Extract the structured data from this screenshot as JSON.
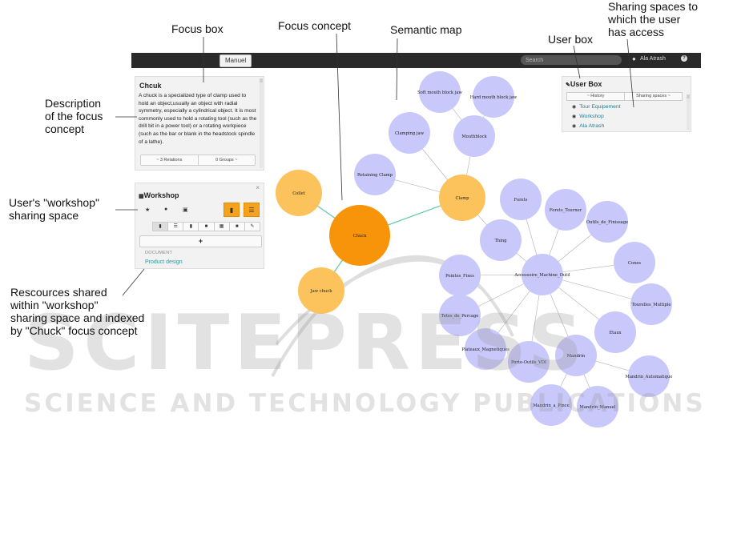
{
  "annotations": {
    "focus_box": "Focus box",
    "focus_concept": "Focus concept",
    "semantic_map": "Semantic map",
    "user_box": "User box",
    "sharing_spaces": [
      "Sharing spaces to",
      "which the user",
      "has access"
    ],
    "description": [
      "Description",
      "of the focus",
      "concept"
    ],
    "users_workshop": [
      "User's \"workshop\"",
      "sharing space"
    ],
    "resources": [
      "Rescources shared",
      "within  \"workshop\"",
      "sharing space and indexed",
      "by \"Chuck\" focus concept"
    ]
  },
  "navbar": {
    "manual_label": "Manuel",
    "search_placeholder": "Search",
    "user_name": "Ala Atrash",
    "user_icon": "user-icon",
    "help_icon": "help-icon"
  },
  "focus_box": {
    "title": "Chcuk",
    "description": "A chuck is a specialized type of clamp used to hold an object,usually an object with radial symmetry, especially a cylindrical object. It is most commonly used to hold a rotating tool (such as the drill bit in a power tool) or a rotating workpiece (such as the bar or blank in the headstock spindle of a lathe).",
    "relations_label": "~ 3 Relations",
    "groups_label": "0 Groups  ~"
  },
  "workshop": {
    "title": "Workshop",
    "close": "×",
    "doc_section": "DOCUMENT",
    "doc_link": "Product design",
    "add_label": "+",
    "icons": [
      "star-icon",
      "user-icon",
      "trash-icon",
      "file-icon",
      "menu-icon"
    ],
    "toolbar_icons": [
      "file-icon",
      "list-icon",
      "bookmark-icon",
      "comment-icon",
      "calendar-icon",
      "book-icon",
      "pencil-icon"
    ]
  },
  "user_box": {
    "title": "User Box",
    "tab_history": "~ History",
    "tab_sharing": "Sharing spaces ~",
    "items": [
      "Tour Equipement",
      "Workshop",
      "Ala Atrash"
    ]
  },
  "graph": {
    "colors": {
      "focus": "#f7940a",
      "related": "#fcc35c",
      "other": "#c9c8fa",
      "green_edge": "#5cc8a0",
      "edge": "#b0b0b0"
    },
    "nodes": [
      {
        "id": "chuck",
        "label": "Chuck",
        "type": "focus"
      },
      {
        "id": "clamp",
        "label": "Clamp",
        "type": "related"
      },
      {
        "id": "collet",
        "label": "Collet",
        "type": "related"
      },
      {
        "id": "jawchuck",
        "label": "Jaw chuck",
        "type": "related"
      },
      {
        "id": "softmouthblock",
        "label": "Soft mouth block jaw",
        "type": "other"
      },
      {
        "id": "hardmouthblock",
        "label": "Hard mouth block jaw",
        "type": "other"
      },
      {
        "id": "clampingjaw",
        "label": "Clamping jaw",
        "type": "other"
      },
      {
        "id": "mouthblock",
        "label": "Mouthblock",
        "type": "other"
      },
      {
        "id": "retainingclamp",
        "label": "Retaining Clamp",
        "type": "other"
      },
      {
        "id": "forets",
        "label": "Forets",
        "type": "other"
      },
      {
        "id": "foretstourner",
        "label": "Forets_Tourner",
        "type": "other"
      },
      {
        "id": "outilsfinish",
        "label": "Outils_de_Finissage",
        "type": "other"
      },
      {
        "id": "thing",
        "label": "Thing",
        "type": "other"
      },
      {
        "id": "accessoire",
        "label": "Accessoire_Machine_Outil",
        "type": "other"
      },
      {
        "id": "pointesfixes",
        "label": "Pointes_Fixes",
        "type": "other"
      },
      {
        "id": "cones",
        "label": "Cones",
        "type": "other"
      },
      {
        "id": "tourelles",
        "label": "Tourelles_Multiple",
        "type": "other"
      },
      {
        "id": "tetesperage",
        "label": "Tetes_de_Percage",
        "type": "other"
      },
      {
        "id": "etaux",
        "label": "Etaux",
        "type": "other"
      },
      {
        "id": "plateaux",
        "label": "Plateaux_Magnetiques",
        "type": "other"
      },
      {
        "id": "mandrin",
        "label": "Mandrin",
        "type": "other"
      },
      {
        "id": "portesoutils",
        "label": "Porte-Outils_VDI",
        "type": "other"
      },
      {
        "id": "mandrinauto",
        "label": "Mandrin_Automatique",
        "type": "other"
      },
      {
        "id": "mandrinpince",
        "label": "Mandrin_a_Pince",
        "type": "other"
      },
      {
        "id": "mandrinmanuel",
        "label": "Mandrin_Manuel",
        "type": "other"
      }
    ]
  }
}
